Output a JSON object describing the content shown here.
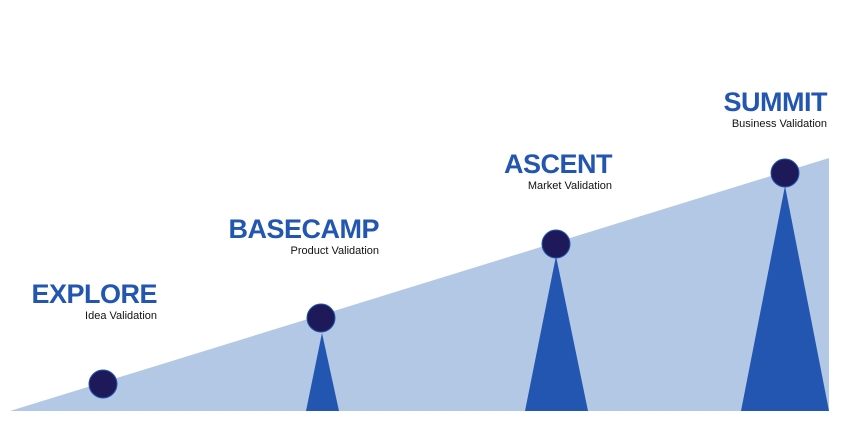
{
  "colors": {
    "slope": "#b3c8e4",
    "peak": "#2356b0",
    "marker": "#1e1a5a",
    "title": "#2356b0"
  },
  "stages": [
    {
      "title": "EXPLORE",
      "subtitle": "Idea Validation"
    },
    {
      "title": "BASECAMP",
      "subtitle": "Product Validation"
    },
    {
      "title": "ASCENT",
      "subtitle": "Market Validation"
    },
    {
      "title": "SUMMIT",
      "subtitle": "Business Validation"
    }
  ]
}
